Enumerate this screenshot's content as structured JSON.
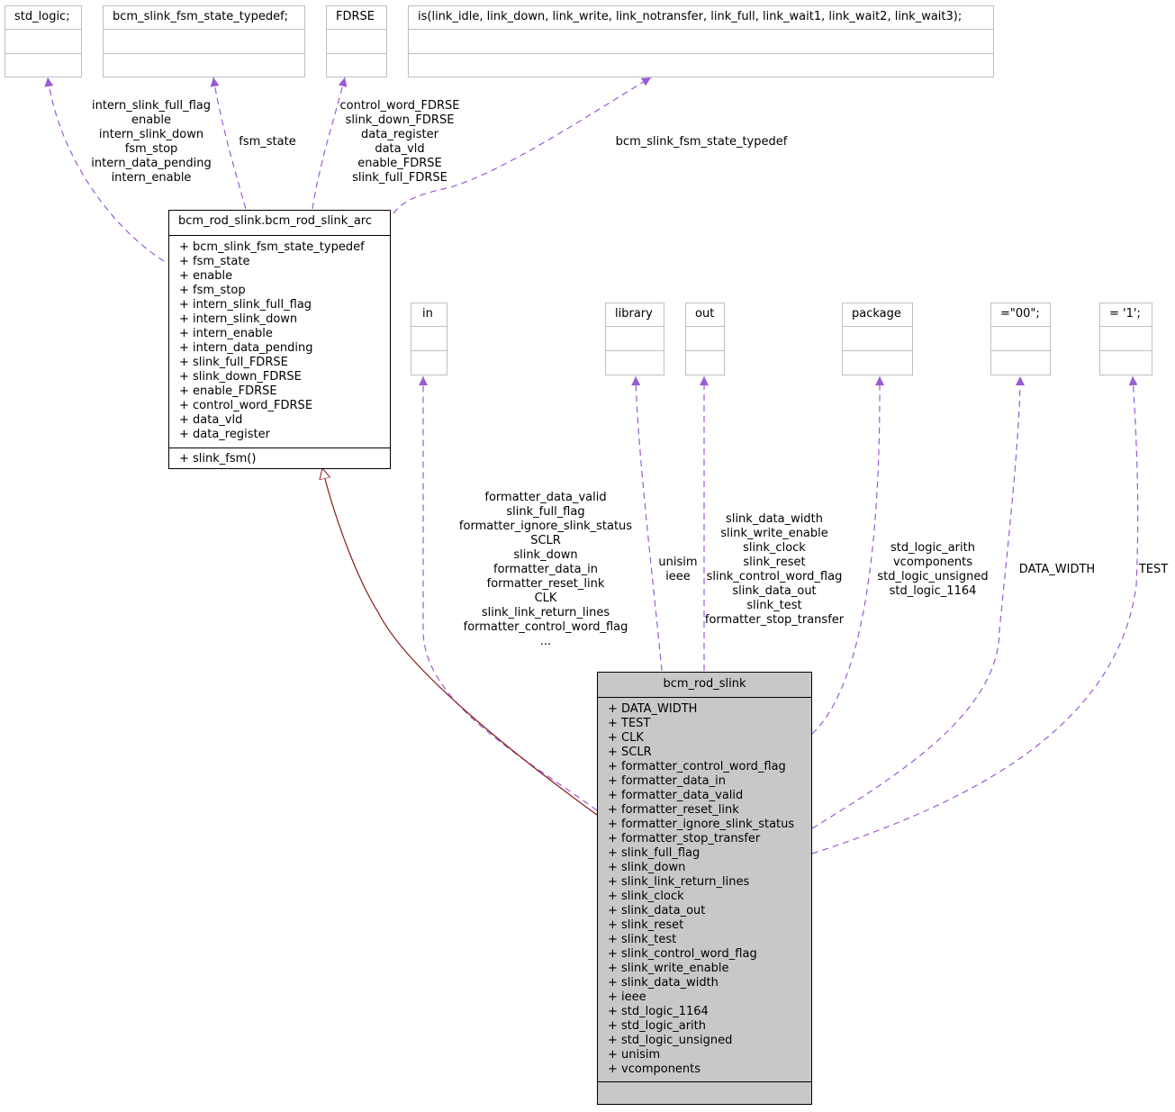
{
  "colors": {
    "dependency": "#9a5bd6",
    "inheritance": "#8b1a1a",
    "focus_fill": "#c8c8c8",
    "grey_border": "#bfbfbf"
  },
  "top_boxes": [
    {
      "name": "std_logic;"
    },
    {
      "name": "bcm_slink_fsm_state_typedef;"
    },
    {
      "name": "FDRSE"
    },
    {
      "name": "is(link_idle, link_down, link_write, link_notransfer, link_full, link_wait1, link_wait2, link_wait3);"
    }
  ],
  "arch": {
    "name": "bcm_rod_slink.bcm_rod_slink_arc",
    "attributes": [
      "+ bcm_slink_fsm_state_typedef",
      "+ fsm_state",
      "+ enable",
      "+ fsm_stop",
      "+ intern_slink_full_flag",
      "+ intern_slink_down",
      "+ intern_enable",
      "+ intern_data_pending",
      "+ slink_full_FDRSE",
      "+ slink_down_FDRSE",
      "+ enable_FDRSE",
      "+ control_word_FDRSE",
      "+ data_vld",
      "+ data_register"
    ],
    "methods": [
      "+ slink_fsm()"
    ]
  },
  "mid_boxes": [
    {
      "name": "in"
    },
    {
      "name": "library"
    },
    {
      "name": "out"
    },
    {
      "name": "package"
    },
    {
      "name": "=\"00\";"
    },
    {
      "name": "= '1';"
    }
  ],
  "entity": {
    "name": "bcm_rod_slink",
    "attributes": [
      "+ DATA_WIDTH",
      "+ TEST",
      "+ CLK",
      "+ SCLR",
      "+ formatter_control_word_flag",
      "+ formatter_data_in",
      "+ formatter_data_valid",
      "+ formatter_reset_link",
      "+ formatter_ignore_slink_status",
      "+ formatter_stop_transfer",
      "+ slink_full_flag",
      "+ slink_down",
      "+ slink_link_return_lines",
      "+ slink_clock",
      "+ slink_data_out",
      "+ slink_reset",
      "+ slink_test",
      "+ slink_control_word_flag",
      "+ slink_write_enable",
      "+ slink_data_width",
      "+ ieee",
      "+ std_logic_1164",
      "+ std_logic_arith",
      "+ std_logic_unsigned",
      "+ unisim",
      "+ vcomponents"
    ]
  },
  "edge_labels": {
    "std_logic": [
      "intern_slink_full_flag",
      "enable",
      "intern_slink_down",
      "fsm_stop",
      "intern_data_pending",
      "intern_enable"
    ],
    "fsm_typedef": [
      "fsm_state"
    ],
    "fdrse": [
      "control_word_FDRSE",
      "slink_down_FDRSE",
      "data_register",
      "data_vld",
      "enable_FDRSE",
      "slink_full_FDRSE"
    ],
    "is_enum": [
      "bcm_slink_fsm_state_typedef"
    ],
    "in": [
      "formatter_data_valid",
      "slink_full_flag",
      "formatter_ignore_slink_status",
      "SCLR",
      "slink_down",
      "formatter_data_in",
      "formatter_reset_link",
      "CLK",
      "slink_link_return_lines",
      "formatter_control_word_flag",
      "..."
    ],
    "library": [
      "unisim",
      "ieee"
    ],
    "out": [
      "slink_data_width",
      "slink_write_enable",
      "slink_clock",
      "slink_reset",
      "slink_control_word_flag",
      "slink_data_out",
      "slink_test",
      "formatter_stop_transfer"
    ],
    "package": [
      "std_logic_arith",
      "vcomponents",
      "std_logic_unsigned",
      "std_logic_1164"
    ],
    "data_width": [
      "DATA_WIDTH"
    ],
    "test": [
      "TEST"
    ]
  }
}
